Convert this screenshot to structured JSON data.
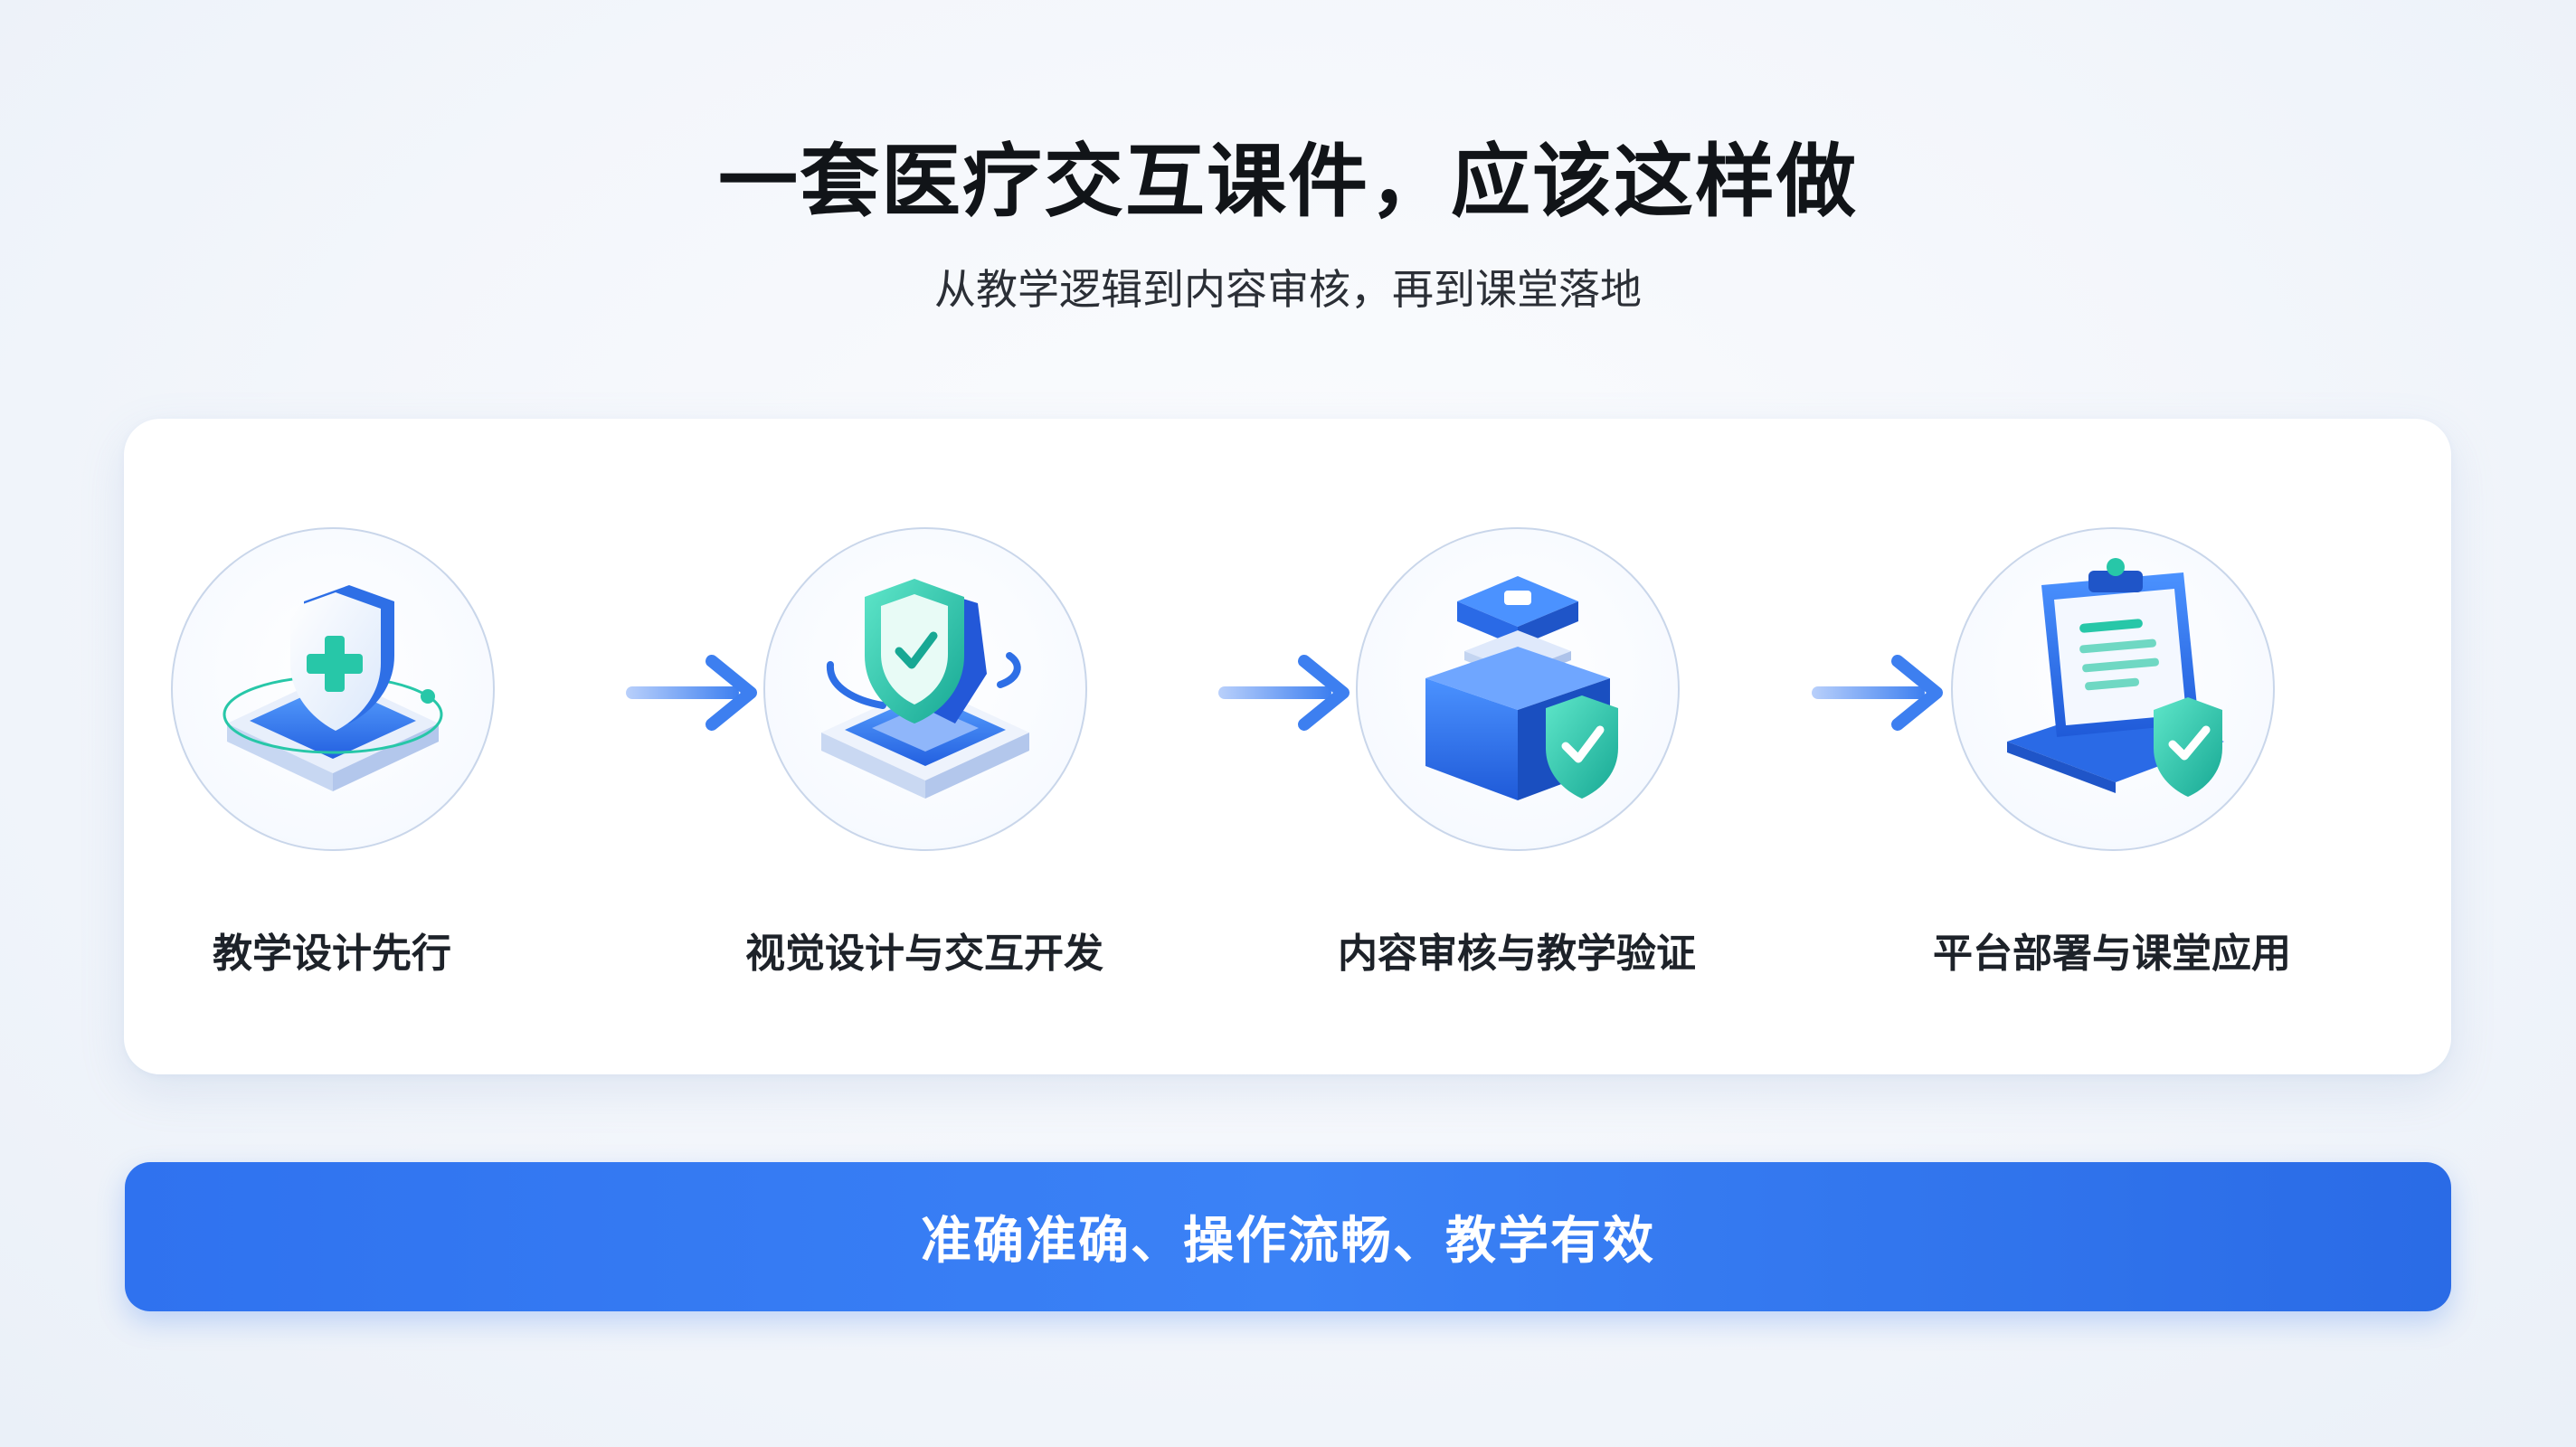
{
  "header": {
    "title": "一套医疗交互课件，应该这样做",
    "subtitle": "从教学逻辑到内容审核，再到课堂落地"
  },
  "steps": [
    {
      "label": "教学设计先行",
      "icon": "medical-shield-icon"
    },
    {
      "label": "视觉设计与交互开发",
      "icon": "shield-platform-icon"
    },
    {
      "label": "内容审核与教学验证",
      "icon": "review-box-shield-icon"
    },
    {
      "label": "平台部署与课堂应用",
      "icon": "clipboard-laptop-icon"
    }
  ],
  "banner": {
    "text": "准确准确、操作流畅、教学有效"
  },
  "colors": {
    "accent": "#2f72ef",
    "teal": "#22c2a8",
    "background": "#f3f6fb"
  }
}
